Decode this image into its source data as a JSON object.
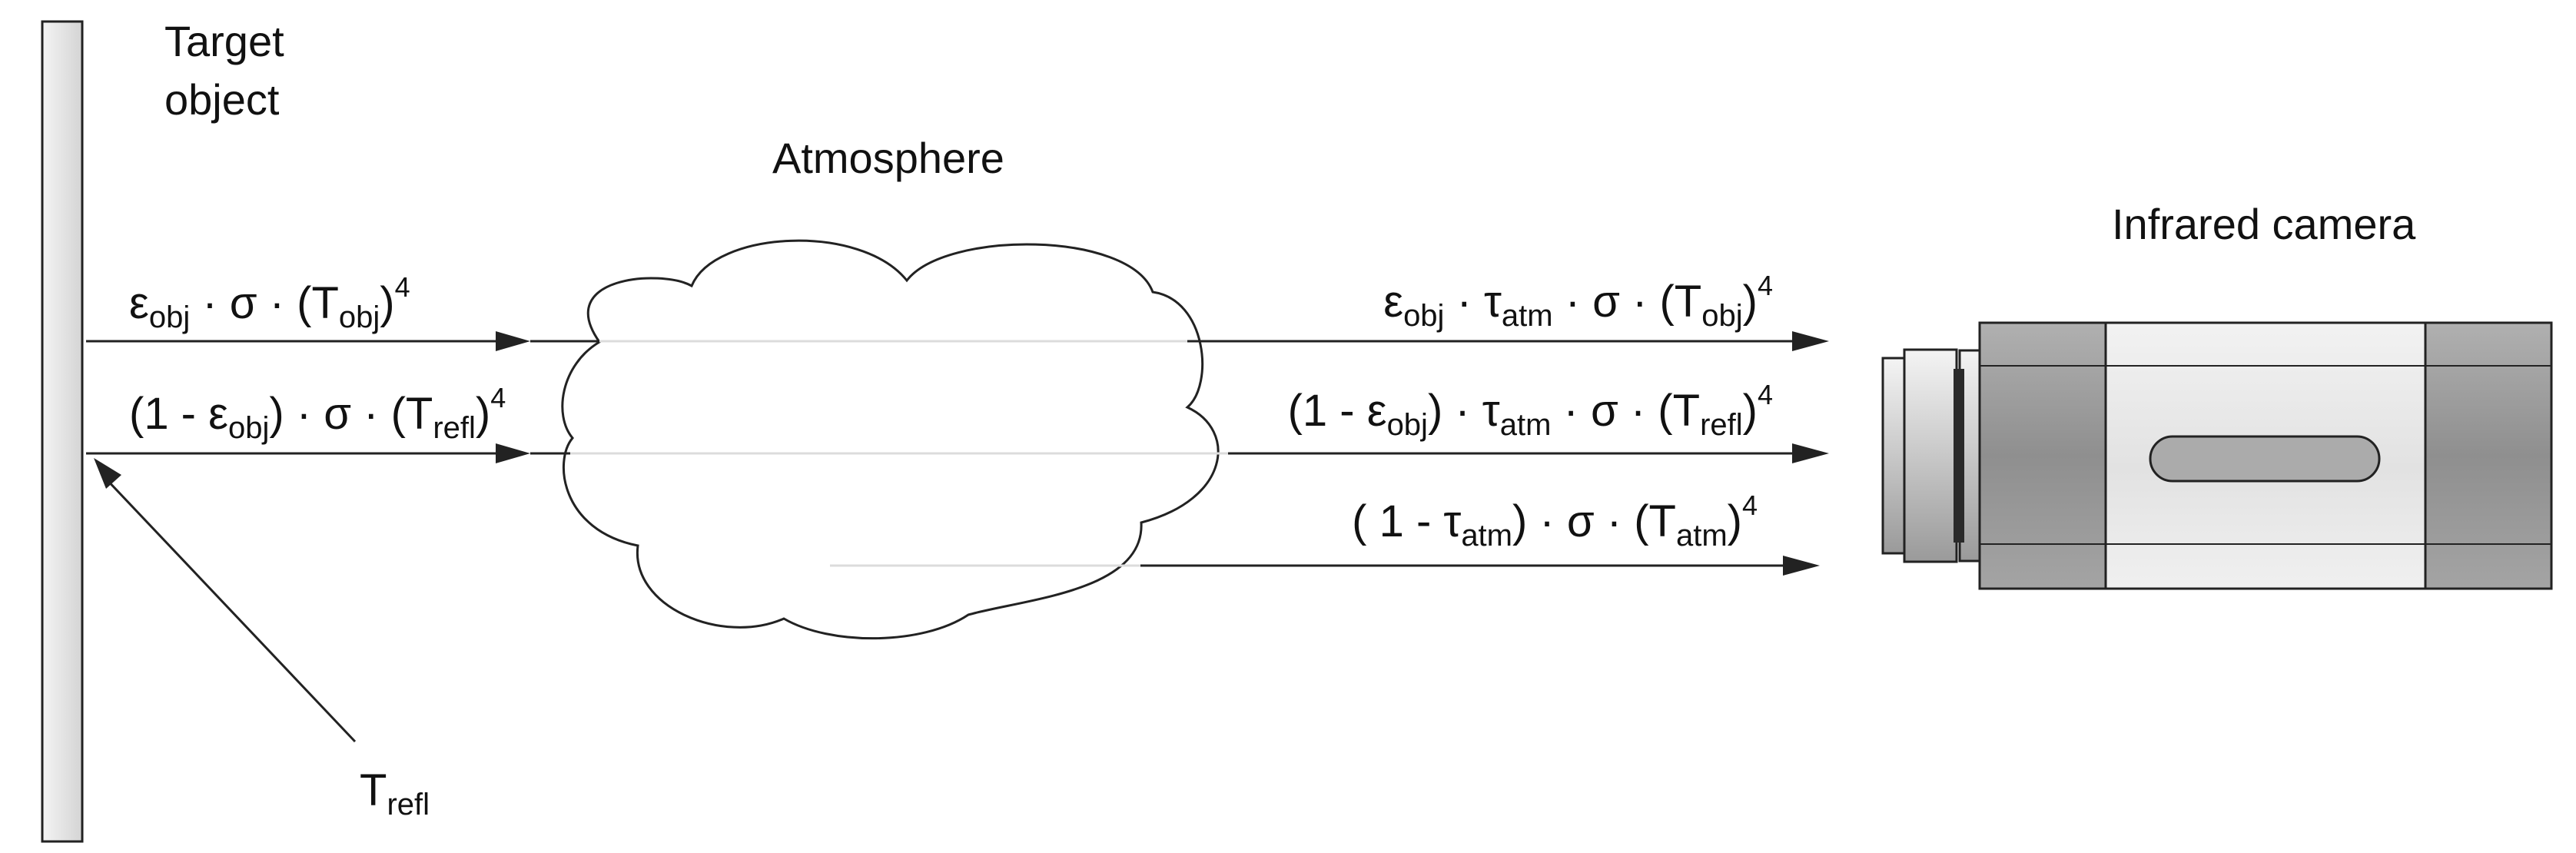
{
  "labels": {
    "target_object": [
      "Target",
      "object"
    ],
    "atmosphere": "Atmosphere",
    "infrared_camera": "Infrared camera",
    "t_refl": {
      "base": "T",
      "sub": "refl"
    }
  },
  "equations": {
    "obj_emission": [
      {
        "t": "ε"
      },
      {
        "sub": "obj"
      },
      {
        "t": " · σ · (T"
      },
      {
        "sub": "obj"
      },
      {
        "t": ")"
      },
      {
        "sup": "4"
      }
    ],
    "obj_reflection": [
      {
        "t": "(1 - ε"
      },
      {
        "sub": "obj"
      },
      {
        "t": ") · σ · (T"
      },
      {
        "sub": "refl"
      },
      {
        "t": ")"
      },
      {
        "sup": "4"
      }
    ],
    "cam_emission": [
      {
        "t": "ε"
      },
      {
        "sub": "obj"
      },
      {
        "t": " · τ"
      },
      {
        "sub": "atm"
      },
      {
        "t": " · σ · (T"
      },
      {
        "sub": "obj"
      },
      {
        "t": ")"
      },
      {
        "sup": "4"
      }
    ],
    "cam_reflection": [
      {
        "t": "(1 - ε"
      },
      {
        "sub": "obj"
      },
      {
        "t": ") · τ"
      },
      {
        "sub": "atm"
      },
      {
        "t": " · σ · (T"
      },
      {
        "sub": "refl"
      },
      {
        "t": ")"
      },
      {
        "sup": "4"
      }
    ],
    "cam_atmosphere": [
      {
        "t": "( 1 - τ"
      },
      {
        "sub": "atm"
      },
      {
        "t": ") · σ · (T"
      },
      {
        "sub": "atm"
      },
      {
        "t": ")"
      },
      {
        "sup": "4"
      }
    ]
  },
  "colors": {
    "line": "#222222",
    "target_plate": "#e6e6e6",
    "camera_body": "#e2e2e2",
    "camera_band": "#9b9b9b",
    "cloud_fill": "#ffffff"
  }
}
